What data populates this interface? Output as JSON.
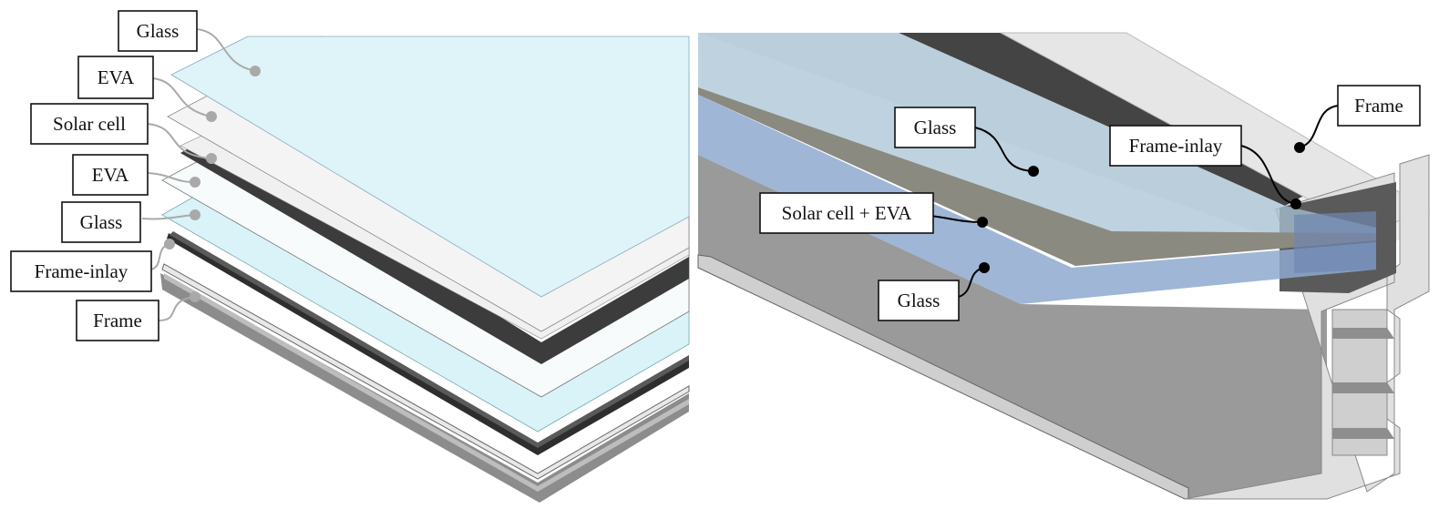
{
  "left_panel": {
    "labels": {
      "glass_top": "Glass",
      "eva_top": "EVA",
      "solar_cell": "Solar cell",
      "eva_bottom": "EVA",
      "glass_bottom": "Glass",
      "frame_inlay": "Frame-inlay",
      "frame": "Frame"
    },
    "colors": {
      "glass": "#dff6fb",
      "eva": "#f2f2f2",
      "cell": "#3c3c3c",
      "leader": "#a9a9a9"
    }
  },
  "right_panel": {
    "labels": {
      "glass_top": "Glass",
      "frame_inlay": "Frame-inlay",
      "frame": "Frame",
      "solar_cell_eva": "Solar cell + EVA",
      "glass_bottom": "Glass"
    },
    "colors": {
      "frame": "#eeeeee",
      "frame_shadow": "#9a9a9a",
      "inlay": "#5a5a5a",
      "glass": "#9bb6d4",
      "leader": "#000000"
    }
  }
}
